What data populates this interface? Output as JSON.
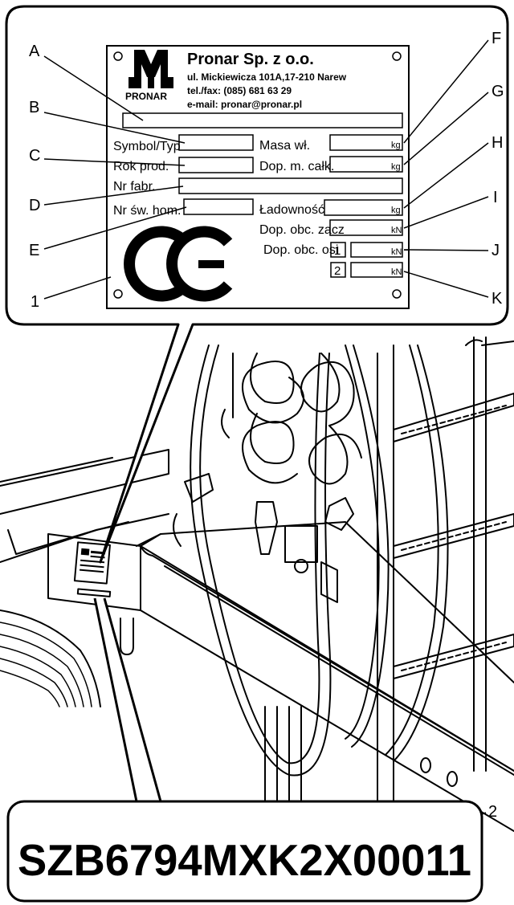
{
  "plate": {
    "company": "Pronar Sp. z o.o.",
    "address": "ul. Mickiewicza 101A,17-210 Narew",
    "phone": "tel./fax: (085) 681 63 29",
    "email": "e-mail: pronar@pronar.pl",
    "logo_text": "PRONAR",
    "fields": {
      "symbol": "Symbol/Typ",
      "year": "Rok prod.",
      "serial": "Nr fabr.",
      "cert": "Nr św. hom.",
      "mass": "Masa wł.",
      "gross": "Dop. m. całk.",
      "load": "Ładowność",
      "hitch": "Dop. obc. zacz",
      "axle": "Dop. obc. osi",
      "axle1": "1",
      "axle2": "2"
    },
    "units": {
      "u1": "kg",
      "u2": "kg",
      "u3": "kg",
      "u4": "kN",
      "u5": "kN",
      "u6": "kN"
    },
    "ce_mark": "CE"
  },
  "labels": {
    "A": "A",
    "B": "B",
    "C": "C",
    "D": "D",
    "E": "E",
    "F": "F",
    "G": "G",
    "H": "H",
    "I": "I",
    "J": "J",
    "K": "K",
    "one": "1",
    "two": "2"
  },
  "vin": "SZB6794MXK2X00011"
}
